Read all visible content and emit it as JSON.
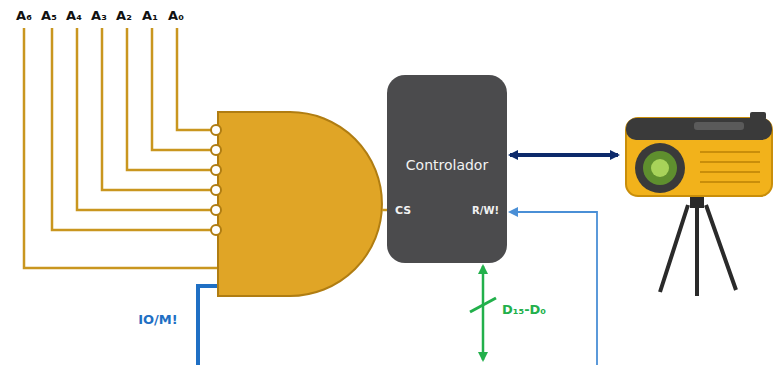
{
  "diagram": {
    "nodes": [
      {
        "text": [
          "Controlador",
          "CS",
          "R/W!"
        ]
      }
    ],
    "labels": [
      "A₆",
      "A₅",
      "A₄",
      "A₃",
      "A₂",
      "A₁",
      "A₀",
      "IO/M!",
      "D₁₅-D₀"
    ]
  }
}
